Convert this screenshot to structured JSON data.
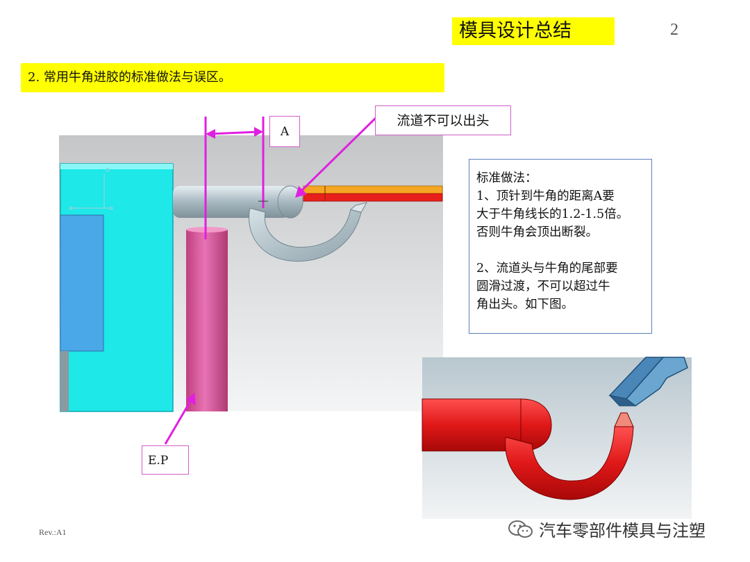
{
  "header": {
    "title": "模具设计总结",
    "page_number": "2"
  },
  "section": {
    "heading": "2. 常用牛角进胶的标准做法与误区。"
  },
  "callouts": {
    "dimension_label": "A",
    "runner_label": "流道不可以出头",
    "ejector_label": "E.P"
  },
  "notes": {
    "heading": "标准做法：",
    "item1_lines": [
      "1、顶针到牛角的距离A要",
      "大于牛角线长的1.2-1.5倍。",
      "否则牛角会顶出断裂。"
    ],
    "item2_lines": [
      "2、流道头与牛角的尾部要",
      "圆滑过渡，不可以超过牛",
      "角出头。如下图。"
    ]
  },
  "footer": {
    "revision": "Rev.:A1",
    "brand": "汽车零部件模具与注塑"
  },
  "colors": {
    "highlight": "#ffff00",
    "callout_line": "#e020e0",
    "note_border": "#5b7fb8"
  }
}
